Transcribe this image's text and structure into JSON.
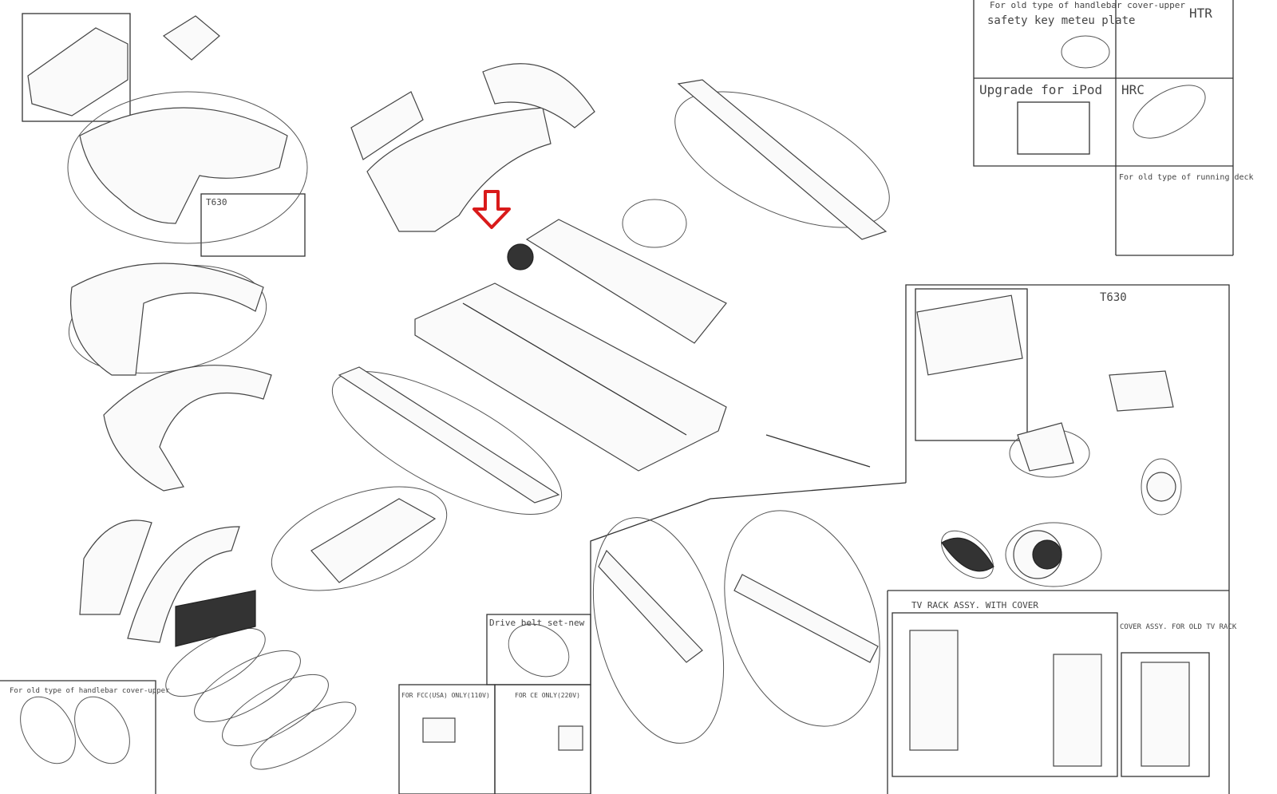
{
  "diagram": {
    "labels": {
      "old_handlebar_top": "For old type of handlebar cover-upper",
      "safety_key": "safety key meteu plate",
      "htr": "HTR",
      "ipod": "Upgrade for iPod",
      "hrc": "HRC",
      "old_running_deck": "For old type of running deck",
      "t630_left": "T630",
      "t630_right": "T630",
      "drive_belt": "Drive belt set-new",
      "fcc": "FOR FCC(USA) ONLY(110V)",
      "ce": "FOR CE ONLY(220V)",
      "tv_rack": "TV RACK ASSY. WITH COVER",
      "cover_assy": "COVER ASSY. FOR OLD TV RACK",
      "old_handlebar_bottom": "For old type of handlebar cover-upper"
    },
    "highlight_color": "#d91a1a"
  }
}
